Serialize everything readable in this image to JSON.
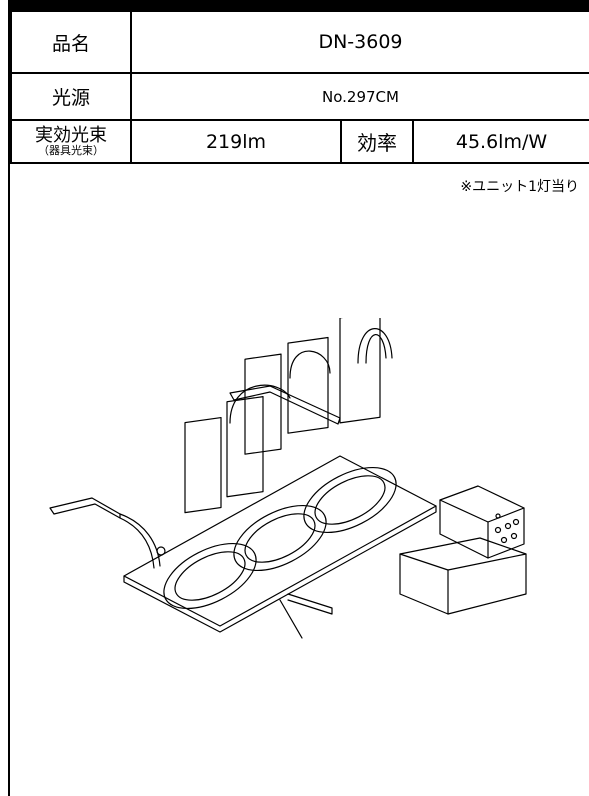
{
  "spec": {
    "product_name_label": "品名",
    "product_name_value": "DN-3609",
    "light_source_label": "光源",
    "light_source_value": "No.297CM",
    "luminous_flux_label": "実効光束",
    "luminous_flux_sublabel": "（器具光束）",
    "luminous_flux_value": "219lm",
    "efficiency_label": "効率",
    "efficiency_value": "45.6lm/W"
  },
  "note": "※ユニット1灯当り",
  "drawing_icon": "triple-downlight-fixture-illustration"
}
